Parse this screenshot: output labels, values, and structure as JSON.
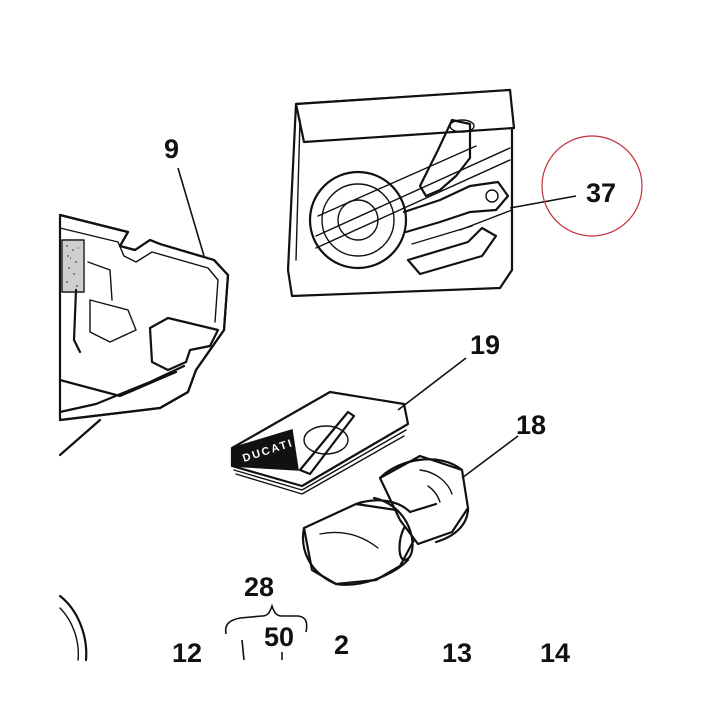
{
  "callouts": {
    "part_9": "9",
    "part_37": "37",
    "part_19": "19",
    "part_18": "18",
    "part_28": "28",
    "part_12": "12",
    "part_50": "50",
    "part_2": "2",
    "part_13": "13",
    "part_14": "14"
  },
  "manual_cover_text": "DUCATI",
  "colors": {
    "ink": "#111111",
    "highlight_circle": "#c0303a",
    "background": "#ffffff"
  }
}
